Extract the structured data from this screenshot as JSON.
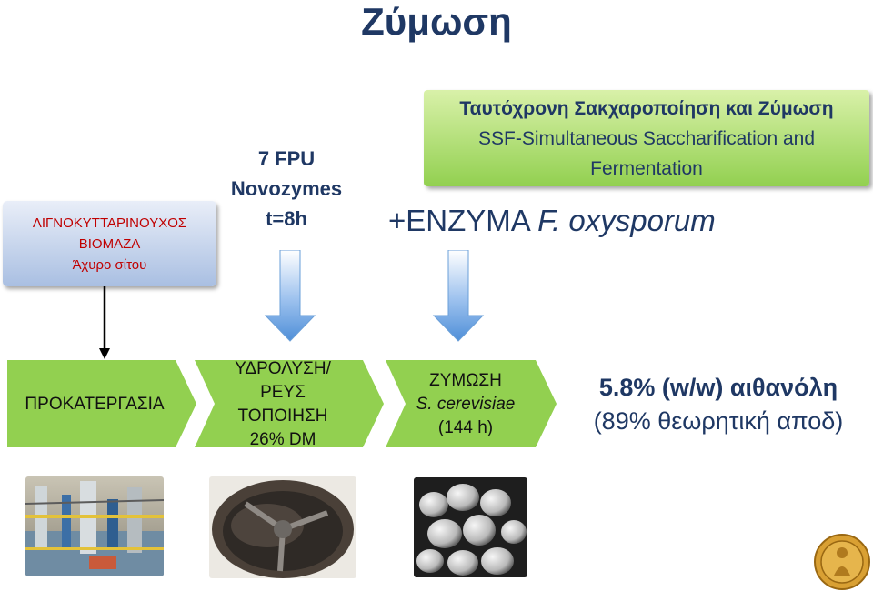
{
  "title": "Ζύμωση",
  "biomass": {
    "line1": "ΛΙΓΝΟΚΥΤΤΑΡΙΝΟΥΧΟΣ",
    "line2": "ΒΙΟΜΑΖΑ",
    "line3": "Άχυρο σίτου"
  },
  "enzyme": {
    "line1": "7 FPU",
    "line2": "Novozymes",
    "line3": "t=8h"
  },
  "ssf": {
    "line1": "Ταυτόχρονη Σακχαροποίηση και Ζύμωση",
    "line2": "SSF-Simultaneous Saccharification and",
    "line3": "Fermentation"
  },
  "addition": {
    "prefix": "+ΕΝΖΥΜΑ",
    "organism": "F. oxysporum"
  },
  "steps": [
    {
      "line1": "ΠΡΟΚΑΤΕΡΓΑΣΙΑ"
    },
    {
      "line1": "ΥΔΡΟΛΥΣΗ/ΡΕΥΣ",
      "line2": "ΤΟΠΟΙΗΣΗ",
      "line3": "26% DM"
    },
    {
      "line1": "ΖΥΜΩΣΗ",
      "line2": "S. cerevisiae",
      "line3": "(144 h)"
    }
  ],
  "result": {
    "line1": "5.8% (w/w) αιθανόλη",
    "line2": "(89% θεωρητική αποδ)"
  },
  "colors": {
    "title": "#1f3864",
    "biomass_text": "#c00000",
    "chevron_fill": "#92d050",
    "arrow_fill": "#4f8fd8",
    "ssf_fill": "#92d050"
  },
  "icons": [
    "down-arrow-icon",
    "university-seal-icon"
  ]
}
